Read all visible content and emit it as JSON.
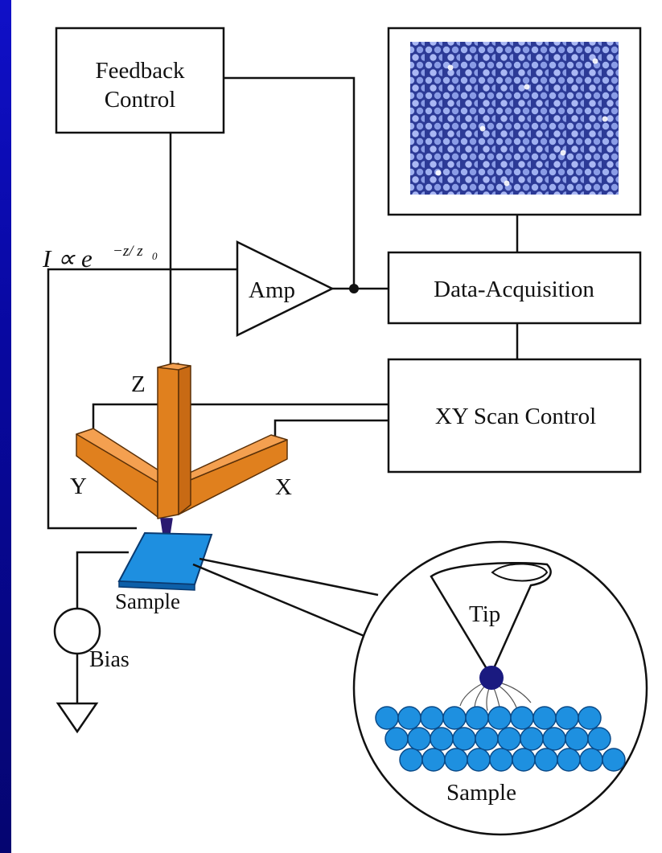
{
  "colors": {
    "background": "#0808a0",
    "panel": "#ffffff",
    "piezo": "#e0801e",
    "sample": "#1e8fe0",
    "atom": "#1e90e0",
    "tip_atom": "#1a1a80",
    "screen_base": "#3a4aa8"
  },
  "labels": {
    "feedback_control": [
      "Feedback",
      "Control"
    ],
    "amp": "Amp",
    "data_acquisition": "Data-Acquisition",
    "xy_scan_control": "XY Scan Control",
    "current_formula": {
      "prefix": "I ∝ e",
      "exponent": "−z/ z",
      "subscript": "0"
    },
    "z_axis": "Z",
    "y_axis": "Y",
    "x_axis": "X",
    "sample": "Sample",
    "bias": "Bias",
    "tip": "Tip",
    "zoom_sample": "Sample"
  }
}
